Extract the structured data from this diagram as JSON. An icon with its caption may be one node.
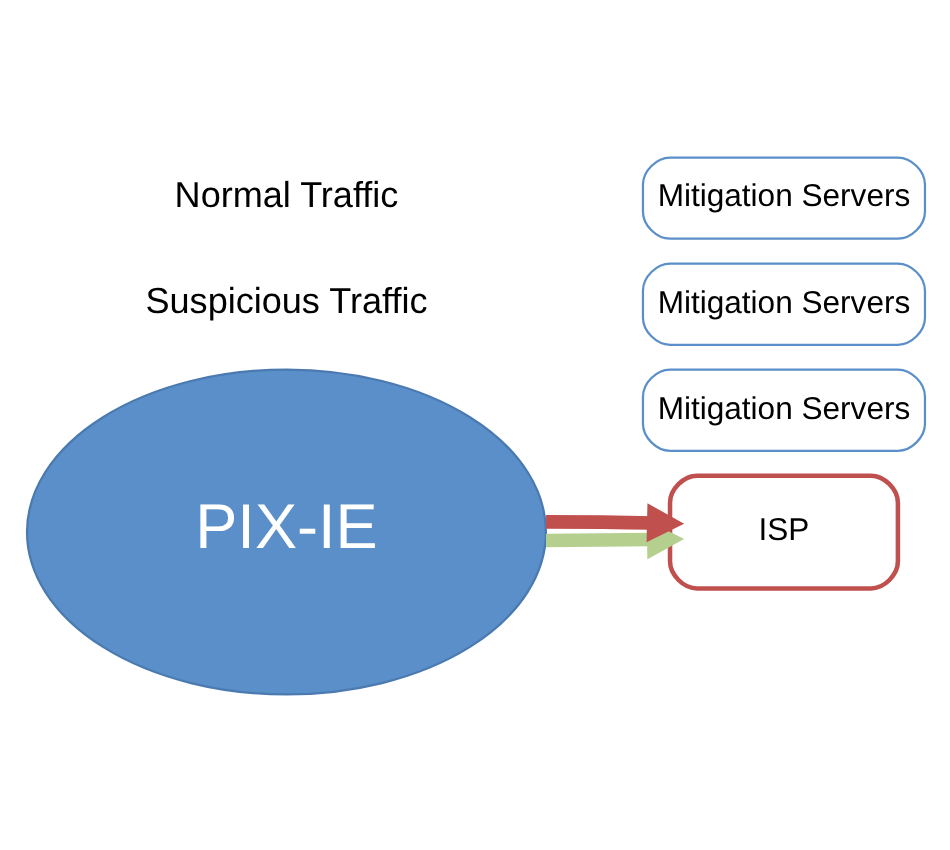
{
  "diagram": {
    "nodes": [
      {
        "text": [
          "PIX-IE"
        ]
      },
      {
        "text": [
          "Mitigation Servers"
        ]
      },
      {
        "text": [
          "Mitigation Servers"
        ]
      },
      {
        "text": [
          "Mitigation Servers"
        ]
      },
      {
        "text": [
          "ISP"
        ]
      }
    ],
    "edges": [
      {
        "from": 0,
        "to": 4,
        "arrow": "to",
        "color": "#b5cf8f"
      },
      {
        "from": 0,
        "to": 4,
        "arrow": "to",
        "color": "#c0504d"
      }
    ],
    "labels": [
      "Suspicious Traffic",
      "Normal Traffic"
    ]
  }
}
